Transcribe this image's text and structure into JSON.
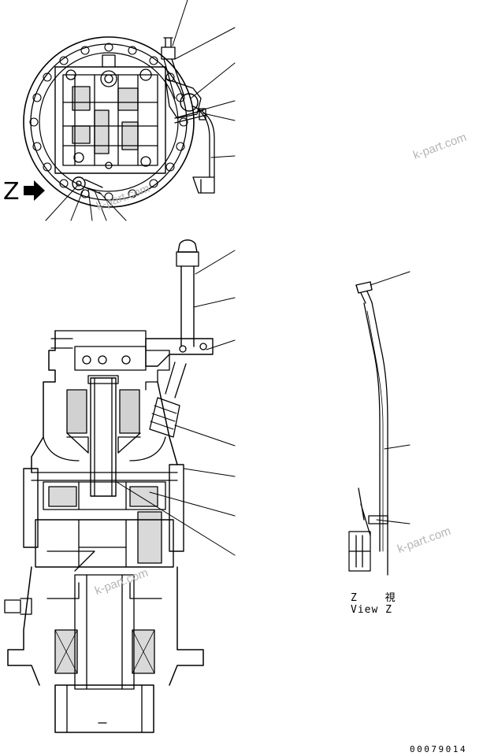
{
  "view_marker": {
    "letter": "Z",
    "arrow": "arrow-right-icon"
  },
  "view_caption": {
    "japanese": "Z 視",
    "english": "View Z"
  },
  "document_number": "00079014",
  "watermarks": [
    "k-part.com",
    "k-part.com",
    "k-part.com",
    "k-part.com"
  ],
  "colors": {
    "line": "#000000",
    "watermark": "#b5b5b5",
    "background": "#ffffff"
  }
}
